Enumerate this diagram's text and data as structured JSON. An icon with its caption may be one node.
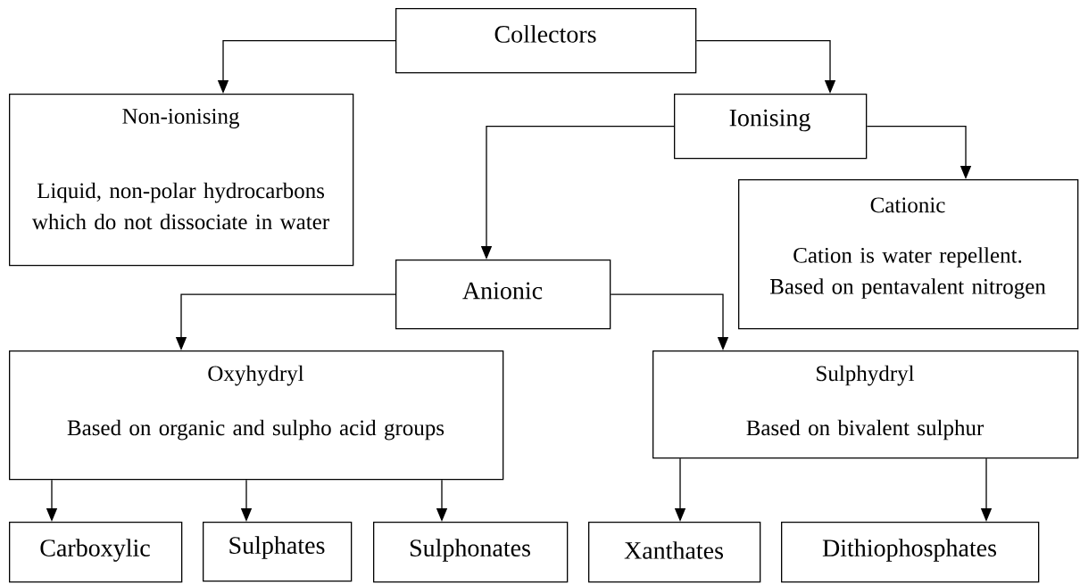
{
  "diagram": {
    "nodes": [
      {
        "text": [
          "Collectors"
        ]
      },
      {
        "text": [
          "Non-ionising",
          "Liquid, non-polar hydrocarbons which do not dissociate in water"
        ]
      },
      {
        "text": [
          "Ionising"
        ]
      },
      {
        "text": [
          "Cationic",
          "Cation is water repellent. Based on pentavalent nitrogen"
        ]
      },
      {
        "text": [
          "Anionic"
        ]
      },
      {
        "text": [
          "Oxyhydryl",
          "Based on organic and sulpho acid groups"
        ]
      },
      {
        "text": [
          "Sulphydryl",
          "Based on bivalent sulphur"
        ]
      },
      {
        "text": [
          "Carboxylic"
        ]
      },
      {
        "text": [
          "Sulphates"
        ]
      },
      {
        "text": [
          "Sulphonates"
        ]
      },
      {
        "text": [
          "Xanthates"
        ]
      },
      {
        "text": [
          "Dithiophosphates"
        ]
      }
    ],
    "edges": [
      {
        "from": 0,
        "to": 1,
        "arrow": "to"
      },
      {
        "from": 0,
        "to": 2,
        "arrow": "to"
      },
      {
        "from": 2,
        "to": 4,
        "arrow": "to"
      },
      {
        "from": 2,
        "to": 3,
        "arrow": "to"
      },
      {
        "from": 4,
        "to": 5,
        "arrow": "to"
      },
      {
        "from": 4,
        "to": 6,
        "arrow": "to"
      },
      {
        "from": 5,
        "to": 7,
        "arrow": "to"
      },
      {
        "from": 5,
        "to": 8,
        "arrow": "to"
      },
      {
        "from": 5,
        "to": 9,
        "arrow": "to"
      },
      {
        "from": 6,
        "to": 10,
        "arrow": "to"
      },
      {
        "from": 6,
        "to": 11,
        "arrow": "to"
      }
    ]
  }
}
